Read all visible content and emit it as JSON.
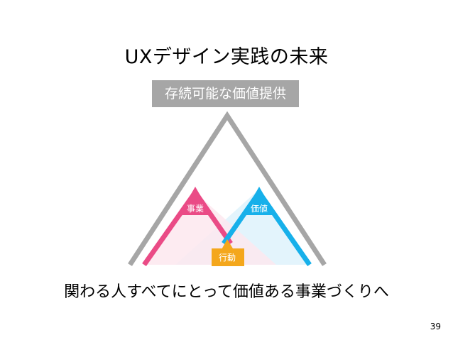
{
  "slide": {
    "title": "UXデザイン実践の未来",
    "goal_box": "存続可能な価値提供",
    "caption": "関わる人すべてにとって価値ある事業づくりへ",
    "page_number": "39"
  },
  "diagram": {
    "labels": {
      "business": "事業",
      "value": "価値",
      "action": "行動"
    },
    "colors": {
      "outer_triangle": "#a6a6a6",
      "business": "#ea4b86",
      "business_fill": "#fde8ef",
      "value": "#17b0ea",
      "value_fill": "#e3f4fc",
      "action": "#f4a71c"
    }
  }
}
